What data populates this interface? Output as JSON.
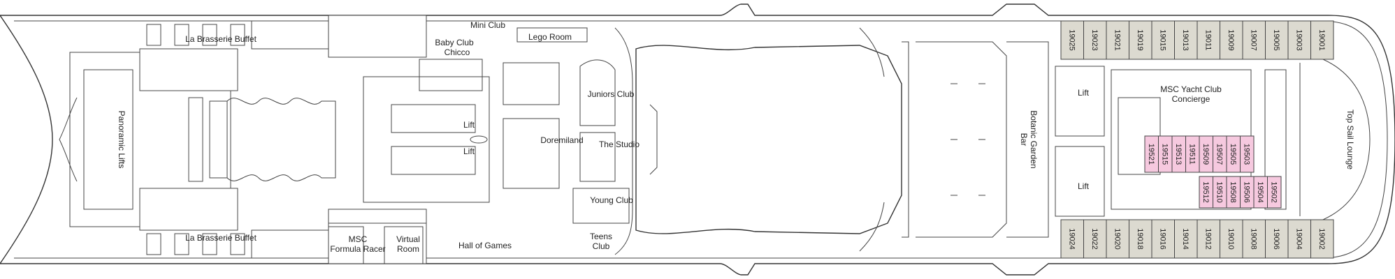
{
  "rooms": {
    "brasserie_top": "La Brasserie Buffet",
    "brasserie_bottom": "La Brasserie Buffet",
    "panoramic_lifts": "Panoramic Lifts",
    "mini_club": "Mini Club",
    "baby_club": "Baby Club",
    "chicco": "Chicco",
    "lego_room": "Lego Room",
    "juniors_club": "Juniors Club",
    "lift_upper": "Lift",
    "lift_lower": "Lift",
    "doremiland": "Doremiland",
    "the_studio": "The Studio",
    "young_club": "Young Club",
    "teens": "Teens",
    "club": "Club",
    "msc": "MSC",
    "formula_racer": "Formula Racer",
    "virtual": "Virtual",
    "room": "Room",
    "hall_of_games": "Hall of Games",
    "botanic_garden": "Botanic Garden",
    "bar": "Bar",
    "lift_aft_upper": "Lift",
    "lift_aft_lower": "Lift",
    "yacht_club": "MSC Yacht Club",
    "concierge": "Concierge",
    "top_sail_lounge": "Top Sail Lounge"
  },
  "cabins": {
    "top_row": [
      "19025",
      "19023",
      "19021",
      "19019",
      "19015",
      "19013",
      "19011",
      "19009",
      "19007",
      "19005",
      "19003",
      "19001"
    ],
    "bottom_row": [
      "19024",
      "19022",
      "19020",
      "19018",
      "19016",
      "19014",
      "19012",
      "19010",
      "19008",
      "19006",
      "19004",
      "19002"
    ],
    "inner_upper": [
      "19521",
      "19515",
      "19513",
      "19511",
      "19509",
      "19507",
      "19505",
      "19503"
    ],
    "inner_lower": [
      "19512",
      "19510",
      "19508",
      "19506",
      "19504",
      "19502"
    ]
  },
  "colors": {
    "outer_cabin": "#dcdad0",
    "inner_cabin": "#f6c9df",
    "line": "#444444"
  }
}
